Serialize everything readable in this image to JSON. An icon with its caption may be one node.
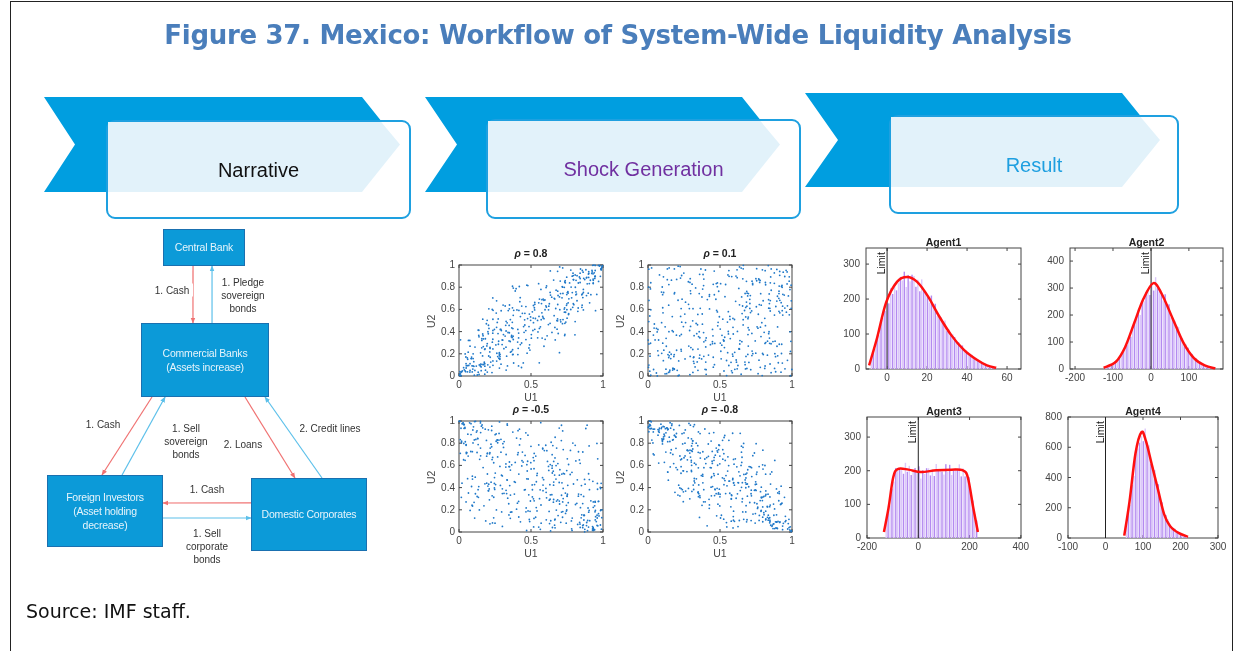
{
  "diagram": {
    "title": "Figure 37. Mexico: Workflow of System-Wide Liquidity Analysis",
    "caption": "Source: IMF staff.",
    "nodes": [
      {
        "text": [
          "Narrative"
        ]
      },
      {
        "text": [
          "Shock Generation"
        ]
      },
      {
        "text": [
          "Result"
        ]
      },
      {
        "text": [
          "Central Bank"
        ]
      },
      {
        "text": [
          "Commercial Banks (Assets increase)"
        ]
      },
      {
        "text": [
          "Foreign Investors (Asset holding decrease)"
        ]
      },
      {
        "text": [
          "Domestic Corporates"
        ]
      }
    ],
    "edges": [
      {
        "from": 3,
        "to": 4,
        "arrow": "to",
        "label": "1. Cash",
        "color": "#f07272"
      },
      {
        "from": 4,
        "to": 3,
        "arrow": "to",
        "label": "1. Pledge sovereign bonds",
        "color": "#5cc0ea"
      },
      {
        "from": 4,
        "to": 5,
        "arrow": "to",
        "label": "1. Cash",
        "color": "#f07272"
      },
      {
        "from": 5,
        "to": 4,
        "arrow": "to",
        "label": "1. Sell sovereign bonds",
        "color": "#5cc0ea"
      },
      {
        "from": 4,
        "to": 6,
        "arrow": "to",
        "label": "2. Loans",
        "color": "#f07272"
      },
      {
        "from": 6,
        "to": 4,
        "arrow": "to",
        "label": "2. Credit lines",
        "color": "#5cc0ea"
      },
      {
        "from": 6,
        "to": 5,
        "arrow": "to",
        "label": "1. Cash",
        "color": "#f07272"
      },
      {
        "from": 5,
        "to": 6,
        "arrow": "to",
        "label": "1. Sell corporate bonds",
        "color": "#5cc0ea"
      }
    ],
    "labels": [
      "*ρ* = 0.8",
      "1",
      "0.8",
      "0.6",
      "0.4",
      "0.2",
      "0",
      "U2",
      "0",
      "0.5",
      "1",
      "U1",
      "*ρ* = 0.1",
      "1",
      "0.8",
      "0.6",
      "0.4",
      "0.2",
      "0",
      "U2",
      "0",
      "0.5",
      "1",
      "U1",
      "*ρ* = -0.5",
      "1",
      "0.8",
      "0.6",
      "0.4",
      "0.2",
      "0",
      "U2",
      "0",
      "0.5",
      "1",
      "U1",
      "*ρ* = -0.8",
      "1",
      "0.8",
      "0.6",
      "0.4",
      "0.2",
      "0",
      "U2",
      "0",
      "0.5",
      "1",
      "U1",
      "Agent1",
      "Limit",
      "300",
      "200",
      "100",
      "0",
      "0",
      "20",
      "40",
      "60",
      "Agent2",
      "Limit",
      "400",
      "300",
      "200",
      "100",
      "0",
      "-200",
      "-100",
      "0",
      "100",
      "Agent3",
      "Limit",
      "300",
      "200",
      "100",
      "0",
      "-200",
      "0",
      "200",
      "400",
      "Agent4",
      "Limit",
      "800",
      "600",
      "400",
      "200",
      "0",
      "-100",
      "0",
      "100",
      "200",
      "300"
    ]
  }
}
